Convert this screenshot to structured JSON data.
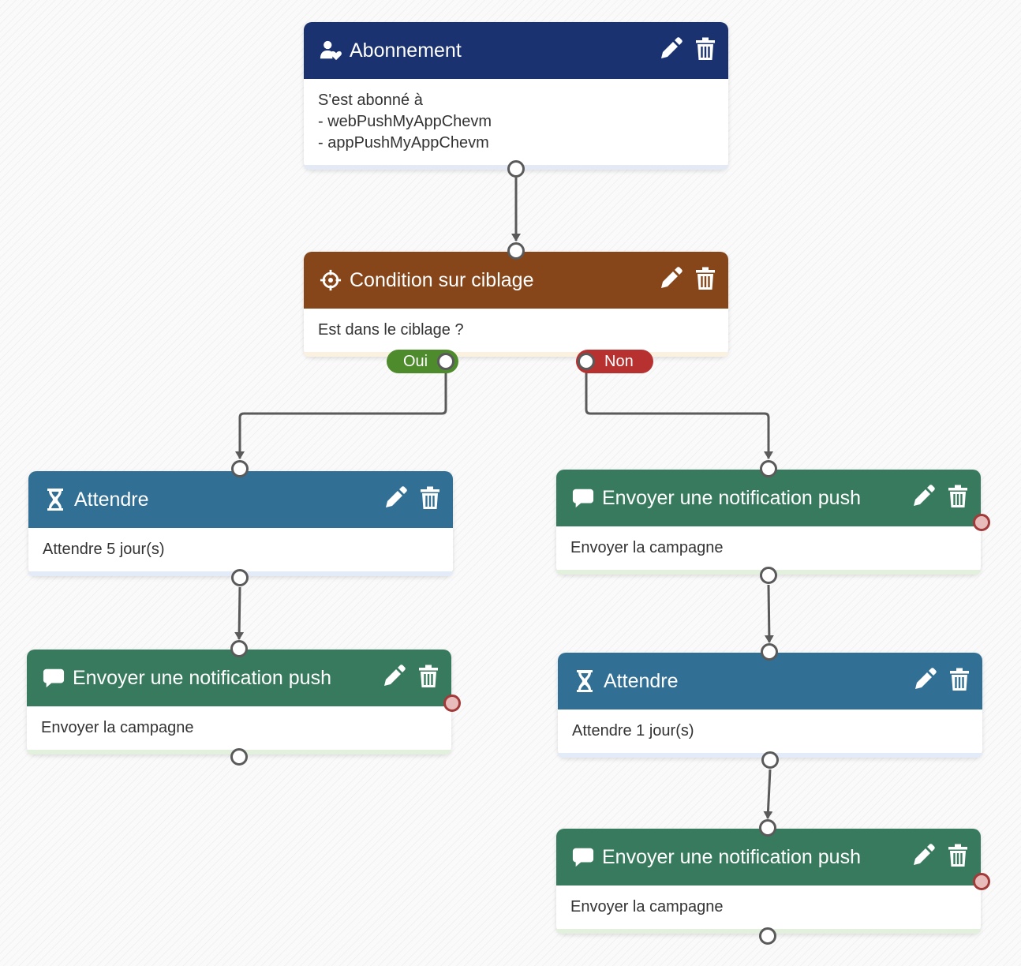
{
  "colors": {
    "subscription": "#1b3270",
    "condition": "#86461a",
    "wait": "#316f95",
    "push": "#387a5e",
    "yes": "#4e8b2c",
    "no": "#b83131",
    "edge": "#5a5a5a"
  },
  "icons": {
    "subscription": "user-heart-icon",
    "condition": "crosshair-icon",
    "wait": "hourglass-icon",
    "push": "comment-icon",
    "edit": "pencil-icon",
    "delete": "trash-icon"
  },
  "nodes": {
    "abonnement": {
      "title": "Abonnement",
      "lines": [
        "S'est abonné à",
        "- webPushMyAppChevm",
        "- appPushMyAppChevm"
      ]
    },
    "condition": {
      "title": "Condition sur ciblage",
      "lines": [
        "Est dans le ciblage ?"
      ],
      "yes_label": "Oui",
      "no_label": "Non"
    },
    "wait_left": {
      "title": "Attendre",
      "lines": [
        "Attendre 5 jour(s)"
      ]
    },
    "push_left": {
      "title": "Envoyer une notification push",
      "lines": [
        "Envoyer la campagne"
      ]
    },
    "push_right_1": {
      "title": "Envoyer une notification push",
      "lines": [
        "Envoyer la campagne"
      ]
    },
    "wait_right": {
      "title": "Attendre",
      "lines": [
        "Attendre 1 jour(s)"
      ]
    },
    "push_right_2": {
      "title": "Envoyer une notification push",
      "lines": [
        "Envoyer la campagne"
      ]
    }
  }
}
